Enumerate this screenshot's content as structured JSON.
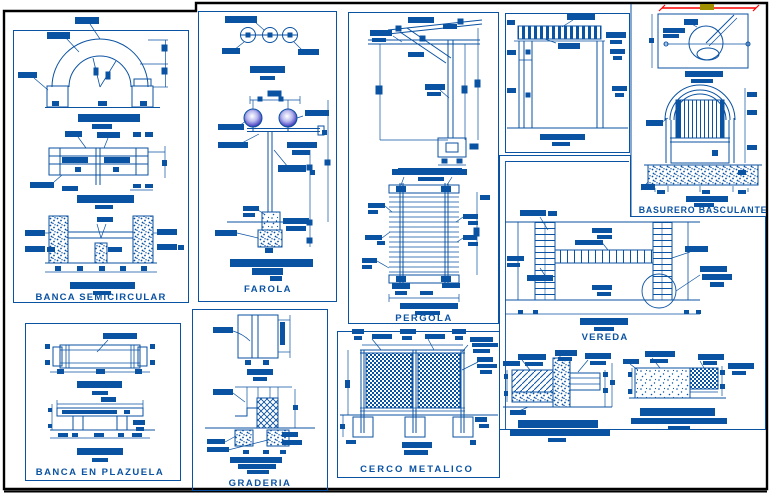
{
  "sheet": {
    "type": "CAD detail sheet - urban furniture details",
    "colors": {
      "line_blue": "#0a52a2",
      "dim_red": "#ff0000",
      "dim_value_olive": "#a09000",
      "frame_black": "#000000",
      "paper": "#ffffff"
    },
    "panels": {
      "banca_semicircular": {
        "title": "BANCA SEMICIRCULAR"
      },
      "farola": {
        "title": "FAROLA"
      },
      "pergola": {
        "title": "PERGOLA"
      },
      "vereda": {
        "title": "VEREDA"
      },
      "basurero": {
        "title": "BASURERO BASCULANTE"
      },
      "banca_plazuela": {
        "title": "BANCA EN PLAZUELA"
      },
      "graderia": {
        "title": "GRADERIA"
      },
      "cerco_metalico": {
        "title": "CERCO METALICO"
      }
    }
  }
}
